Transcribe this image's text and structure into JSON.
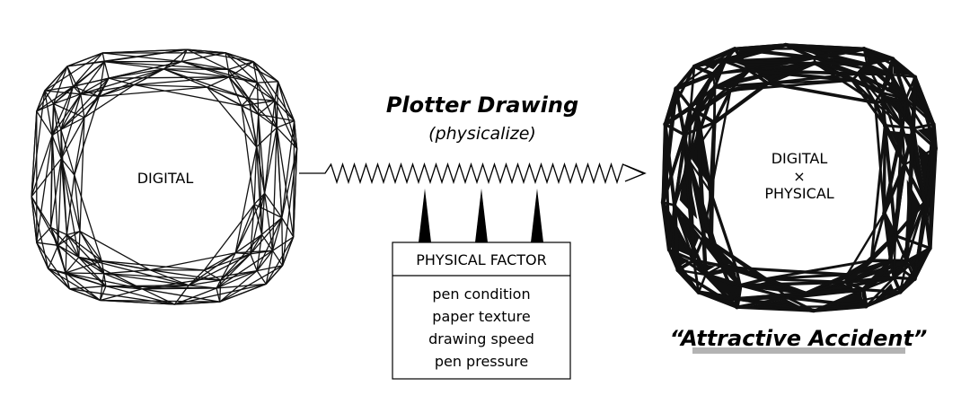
{
  "left_shape": {
    "label": "DIGITAL"
  },
  "process": {
    "title": "Plotter Drawing",
    "subtitle": "(physicalize)"
  },
  "factor_box": {
    "header": "PHYSICAL FACTOR",
    "items": [
      "pen condition",
      "paper texture",
      "drawing speed",
      "pen pressure"
    ]
  },
  "right_shape": {
    "label_line1": "DIGITAL",
    "times_symbol": "×",
    "label_line2": "PHYSICAL"
  },
  "caption": "“Attractive Accident”",
  "colors": {
    "ink": "#000000",
    "underline": "#b3b3b3"
  }
}
